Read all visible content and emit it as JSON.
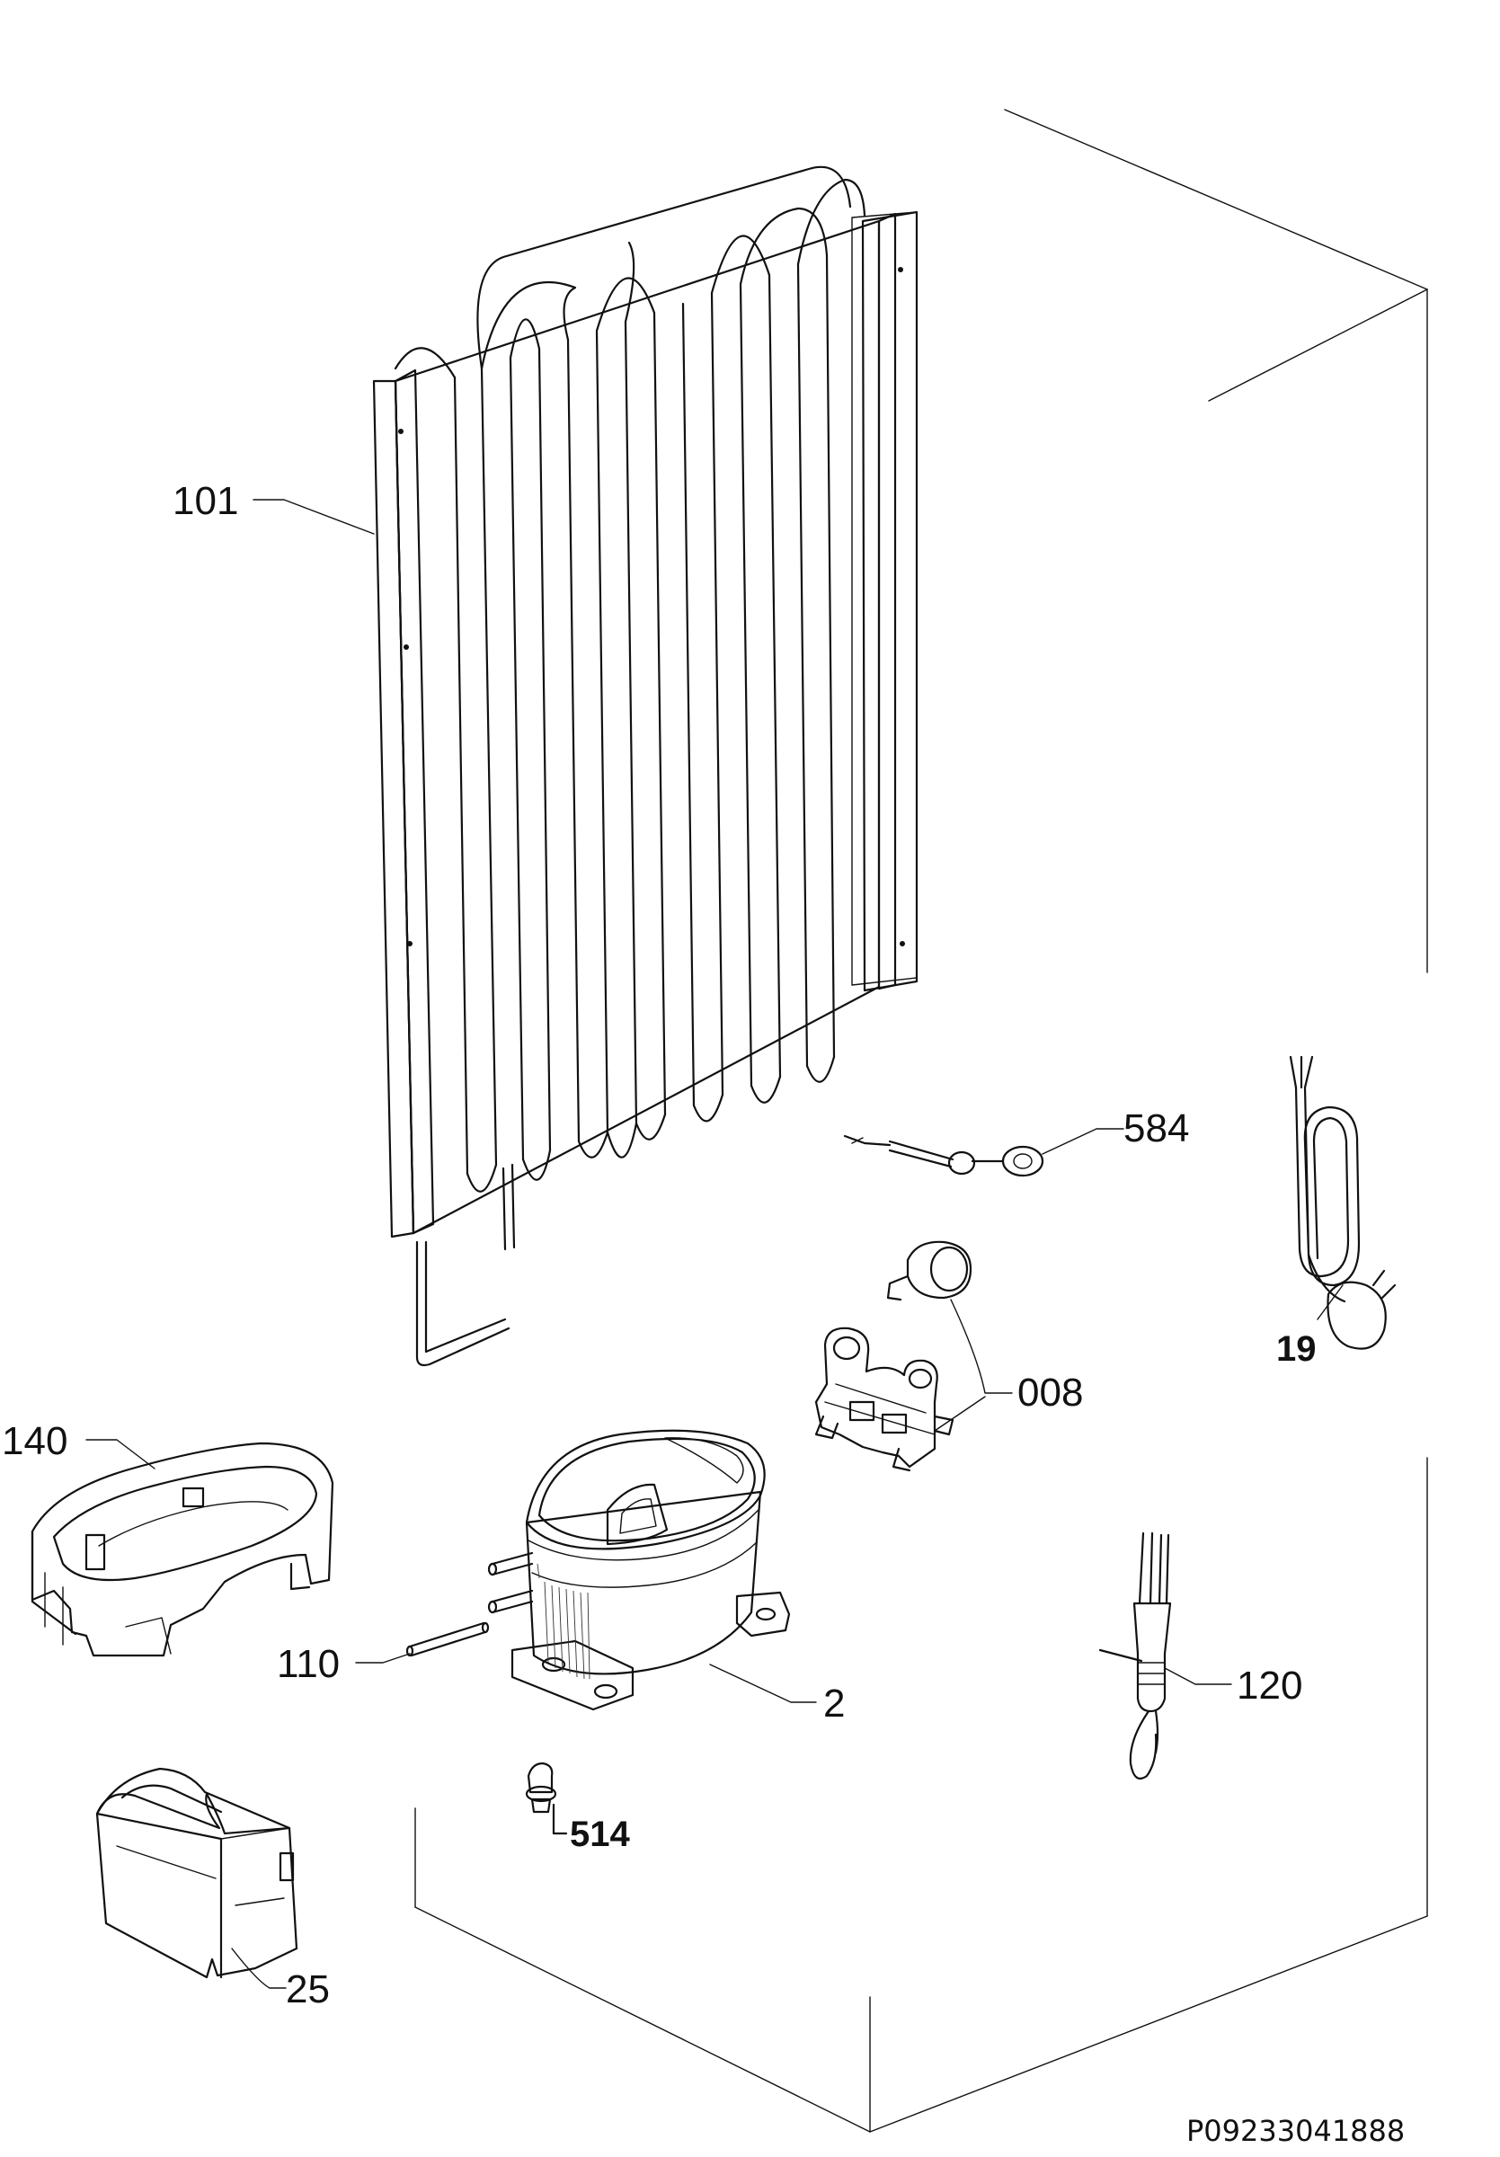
{
  "callouts": {
    "condenser": "101",
    "power_cord": "19",
    "drain_tube": "584",
    "relay_overload": "008",
    "compressor_tray": "140",
    "tube": "110",
    "compressor": "2",
    "filter_drier": "120",
    "grommet": "514",
    "cover": "25"
  },
  "drawing_code": "P09233041888"
}
